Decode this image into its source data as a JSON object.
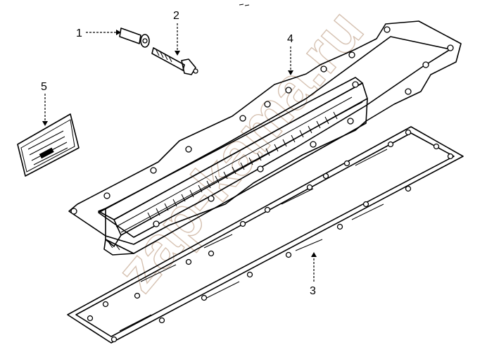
{
  "diagram": {
    "callouts": [
      {
        "id": "1",
        "label": "1"
      },
      {
        "id": "2",
        "label": "2"
      },
      {
        "id": "3",
        "label": "3"
      },
      {
        "id": "4",
        "label": "4"
      },
      {
        "id": "5",
        "label": "5"
      }
    ],
    "watermark": "zap-kama.ru",
    "colors": {
      "line": "#000000",
      "watermark": "#d6c2b2",
      "background": "#ffffff"
    }
  }
}
